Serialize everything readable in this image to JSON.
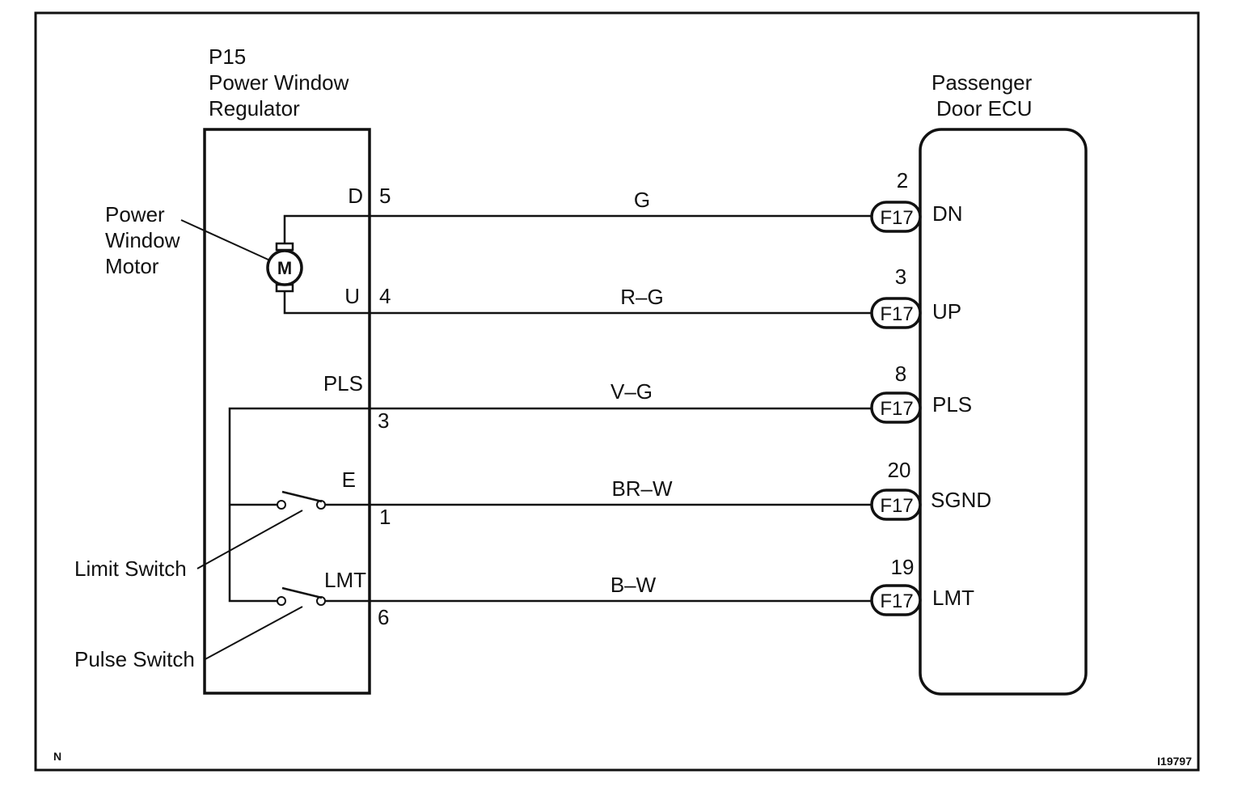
{
  "regulator": {
    "id": "P15",
    "name_line1": "Power Window",
    "name_line2": "Regulator"
  },
  "ecu": {
    "name_line1": "Passenger",
    "name_line2": "Door ECU"
  },
  "motor": {
    "label_line1": "Power",
    "label_line2": "Window",
    "label_line3": "Motor",
    "symbol": "M"
  },
  "switches": {
    "limit_label": "Limit Switch",
    "pulse_label": "Pulse Switch"
  },
  "circuits": [
    {
      "reg_terminal": "D",
      "reg_pin": "5",
      "wire_color": "G",
      "connector": "F17",
      "ecu_pin": "2",
      "ecu_terminal": "DN"
    },
    {
      "reg_terminal": "U",
      "reg_pin": "4",
      "wire_color": "R–G",
      "connector": "F17",
      "ecu_pin": "3",
      "ecu_terminal": "UP"
    },
    {
      "reg_terminal": "PLS",
      "reg_pin": "3",
      "wire_color": "V–G",
      "connector": "F17",
      "ecu_pin": "8",
      "ecu_terminal": "PLS"
    },
    {
      "reg_terminal": "E",
      "reg_pin": "1",
      "wire_color": "BR–W",
      "connector": "F17",
      "ecu_pin": "20",
      "ecu_terminal": "SGND"
    },
    {
      "reg_terminal": "LMT",
      "reg_pin": "6",
      "wire_color": "B–W",
      "connector": "F17",
      "ecu_pin": "19",
      "ecu_terminal": "LMT"
    }
  ],
  "corner_left": "N",
  "figure_code": "I19797"
}
